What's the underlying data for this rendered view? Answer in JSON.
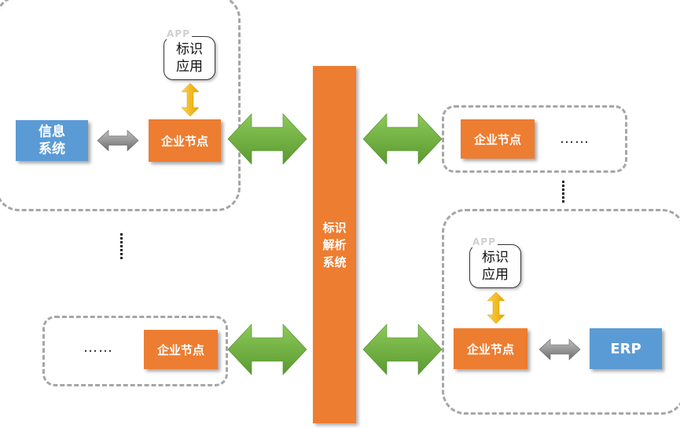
{
  "diagram": {
    "central_system": {
      "line1": "标识",
      "line2": "解析",
      "line3": "系统"
    },
    "enterprise_node_label": "企业节点",
    "app_tag": "APP",
    "app_line1": "标识",
    "app_line2": "应用",
    "info_system": {
      "line1": "信息",
      "line2": "系统"
    },
    "erp_label": "ERP",
    "ellipsis": "……",
    "colors": {
      "node_orange": "#ed7d31",
      "system_blue": "#5b9bd5",
      "arrow_green": "#70ad47",
      "arrow_gray": "#7f7f7f",
      "arrow_yellow": "#f5b800",
      "dashed_border": "#a6a6a6"
    }
  }
}
